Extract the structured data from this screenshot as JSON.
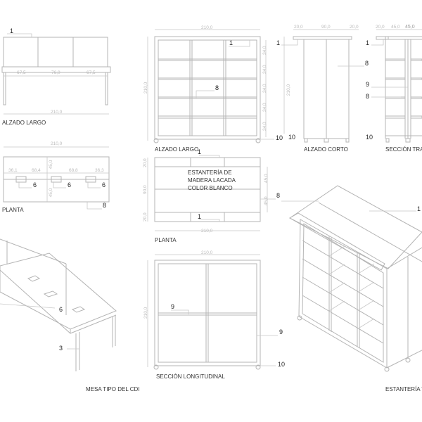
{
  "titles": {
    "alzado_largo_mesa": "ALZADO LARGO",
    "planta_mesa": "PLANTA",
    "mesa_tipo": "MESA TIPO DEL CDI",
    "alzado_largo_estanteria": "ALZADO LARGO",
    "planta_estanteria": "PLANTA",
    "seccion_longitudinal": "SECCIÓN LONGITUDINAL",
    "alzado_corto": "ALZADO CORTO",
    "seccion_transversal": "SECCIÓN TRANSV",
    "estanteria_tipo": "ESTANTERÍA TIPO"
  },
  "note": [
    "ESTANTERÍA DE",
    "MADERA LACADA",
    "COLOR BLANCO"
  ],
  "dims": {
    "mesa_alzado": [
      "67,5",
      "76,0",
      "67,5",
      "210,0"
    ],
    "mesa_planta": [
      "210,0",
      "36,1",
      "68,4",
      "68,8",
      "36,3",
      "45,0",
      "45,0"
    ],
    "est_alzado": [
      "210,0",
      "210,0",
      "34,0",
      "34,0",
      "34,0",
      "34,0",
      "34,0"
    ],
    "est_planta": [
      "20,0",
      "90,0",
      "20,0",
      "45,0",
      "45,0",
      "210,0"
    ],
    "est_seccion": [
      "210,0",
      "210,0"
    ],
    "corto": [
      "20,0",
      "90,0",
      "20,0",
      "210,0"
    ],
    "transv": [
      "20,0",
      "45,0",
      "45,0"
    ]
  },
  "callouts": {
    "c1": "1",
    "c3": "3",
    "c6": "6",
    "c8": "8",
    "c9": "9",
    "c10": "10"
  }
}
